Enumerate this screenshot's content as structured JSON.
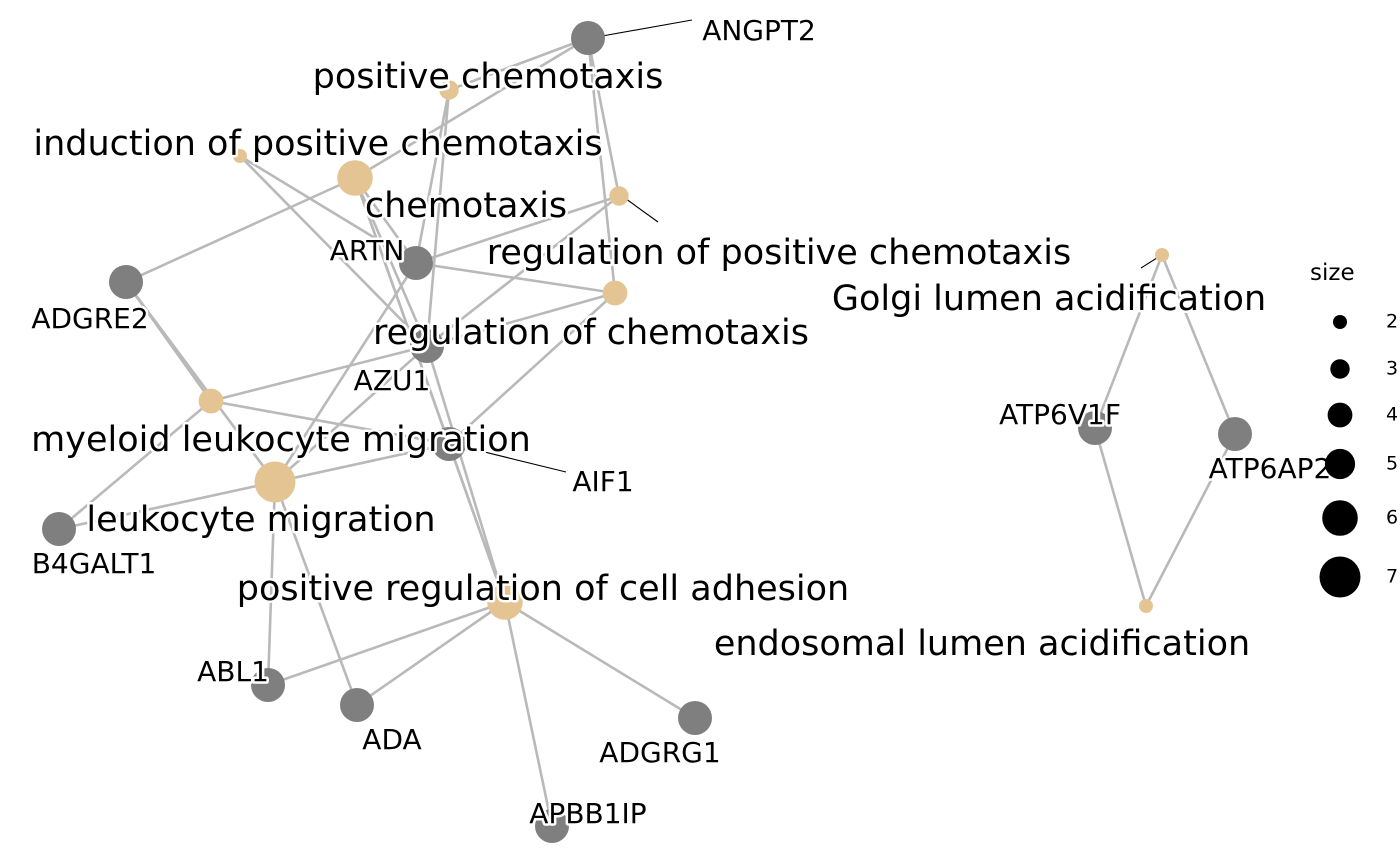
{
  "colors": {
    "term": "#e5c494",
    "gene": "#7f7f7f",
    "edge": "#b9b9b9",
    "legend_dot": "#000000"
  },
  "terms": [
    {
      "id": "pos_chemo",
      "label": "positive chemotaxis",
      "size": 3
    },
    {
      "id": "ind_pos_chemo",
      "label": "induction of positive chemotaxis",
      "size": 2
    },
    {
      "id": "chemo",
      "label": "chemotaxis",
      "size": 6
    },
    {
      "id": "reg_pos_chemo",
      "label": "regulation of positive chemotaxis",
      "size": 3
    },
    {
      "id": "reg_chemo",
      "label": "regulation of chemotaxis",
      "size": 4
    },
    {
      "id": "myeloid",
      "label": "myeloid leukocyte migration",
      "size": 4
    },
    {
      "id": "leuko",
      "label": "leukocyte migration",
      "size": 7
    },
    {
      "id": "pos_reg_adh",
      "label": "positive regulation of cell adhesion",
      "size": 6
    },
    {
      "id": "golgi",
      "label": "Golgi lumen acidification",
      "size": 2
    },
    {
      "id": "endo",
      "label": "endosomal lumen acidification",
      "size": 2
    }
  ],
  "genes": [
    {
      "id": "ANGPT2",
      "label": "ANGPT2"
    },
    {
      "id": "ARTN",
      "label": "ARTN"
    },
    {
      "id": "ADGRE2",
      "label": "ADGRE2"
    },
    {
      "id": "AZU1",
      "label": "AZU1"
    },
    {
      "id": "AIF1",
      "label": "AIF1"
    },
    {
      "id": "B4GALT1",
      "label": "B4GALT1"
    },
    {
      "id": "ABL1",
      "label": "ABL1"
    },
    {
      "id": "ADA",
      "label": "ADA"
    },
    {
      "id": "ADGRG1",
      "label": "ADGRG1"
    },
    {
      "id": "APBB1IP",
      "label": "APBB1IP"
    },
    {
      "id": "ATP6V1F",
      "label": "ATP6V1F"
    },
    {
      "id": "ATP6AP2",
      "label": "ATP6AP2"
    }
  ],
  "edges": [
    [
      "pos_chemo",
      "ANGPT2"
    ],
    [
      "pos_chemo",
      "ARTN"
    ],
    [
      "pos_chemo",
      "AZU1"
    ],
    [
      "chemo",
      "ANGPT2"
    ],
    [
      "chemo",
      "ARTN"
    ],
    [
      "chemo",
      "ADGRE2"
    ],
    [
      "chemo",
      "AZU1"
    ],
    [
      "chemo",
      "AIF1"
    ],
    [
      "chemo",
      "pos_reg_adh"
    ],
    [
      "reg_pos_chemo",
      "ANGPT2"
    ],
    [
      "reg_pos_chemo",
      "ARTN"
    ],
    [
      "reg_pos_chemo",
      "AZU1"
    ],
    [
      "reg_chemo",
      "ANGPT2"
    ],
    [
      "reg_chemo",
      "ARTN"
    ],
    [
      "reg_chemo",
      "AZU1"
    ],
    [
      "reg_chemo",
      "AIF1"
    ],
    [
      "ind_pos_chemo",
      "ARTN"
    ],
    [
      "ind_pos_chemo",
      "AZU1"
    ],
    [
      "myeloid",
      "ADGRE2"
    ],
    [
      "myeloid",
      "AZU1"
    ],
    [
      "myeloid",
      "AIF1"
    ],
    [
      "myeloid",
      "B4GALT1"
    ],
    [
      "leuko",
      "ADGRE2"
    ],
    [
      "leuko",
      "ARTN"
    ],
    [
      "leuko",
      "AZU1"
    ],
    [
      "leuko",
      "AIF1"
    ],
    [
      "leuko",
      "B4GALT1"
    ],
    [
      "leuko",
      "ABL1"
    ],
    [
      "leuko",
      "ADA"
    ],
    [
      "pos_reg_adh",
      "AZU1"
    ],
    [
      "pos_reg_adh",
      "AIF1"
    ],
    [
      "pos_reg_adh",
      "ABL1"
    ],
    [
      "pos_reg_adh",
      "ADA"
    ],
    [
      "pos_reg_adh",
      "ADGRG1"
    ],
    [
      "pos_reg_adh",
      "APBB1IP"
    ],
    [
      "golgi",
      "ATP6V1F"
    ],
    [
      "golgi",
      "ATP6AP2"
    ],
    [
      "endo",
      "ATP6V1F"
    ],
    [
      "endo",
      "ATP6AP2"
    ]
  ],
  "legend": {
    "title": "size",
    "items": [
      {
        "label": "2",
        "size": 2
      },
      {
        "label": "3",
        "size": 3
      },
      {
        "label": "4",
        "size": 4
      },
      {
        "label": "5",
        "size": 5
      },
      {
        "label": "6",
        "size": 6
      },
      {
        "label": "7",
        "size": 7
      }
    ]
  }
}
